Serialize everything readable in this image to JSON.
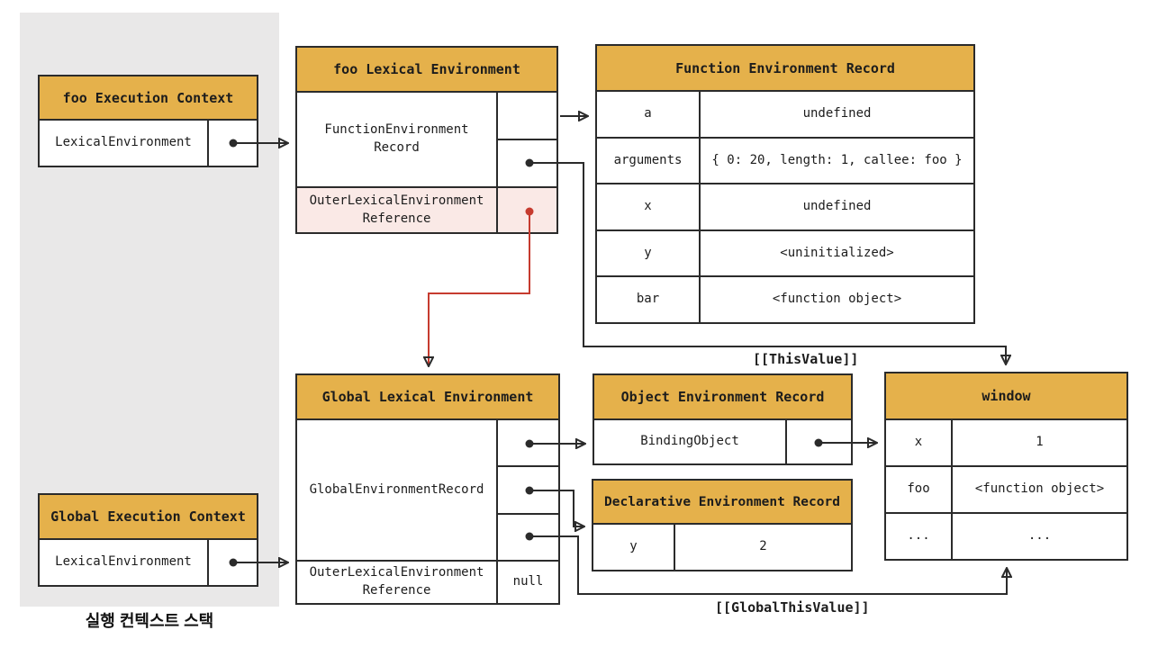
{
  "colors": {
    "accent_yellow": "#E5B14B",
    "pink": "#FAE9E6",
    "red_arrow": "#C63B2F",
    "line": "#2B2B2B",
    "panel_gray": "#E9E8E8"
  },
  "stack": {
    "caption": "실행 컨텍스트 스택"
  },
  "foo_execution_context": {
    "title": "foo Execution Context",
    "row_label": "LexicalEnvironment"
  },
  "global_execution_context": {
    "title": "Global Execution Context",
    "row_label": "LexicalEnvironment"
  },
  "foo_lexical_environment": {
    "title": "foo Lexical Environment",
    "record_line1": "FunctionEnvironment",
    "record_line2": "Record",
    "outer_line1": "OuterLexicalEnvironment",
    "outer_line2": "Reference"
  },
  "global_lexical_environment": {
    "title": "Global Lexical Environment",
    "record_label": "GlobalEnvironmentRecord",
    "outer_line1": "OuterLexicalEnvironment",
    "outer_line2": "Reference",
    "outer_value": "null"
  },
  "function_environment_record": {
    "title": "Function Environment Record",
    "rows": [
      {
        "key": "a",
        "value": "undefined"
      },
      {
        "key": "arguments",
        "value": "{ 0: 20, length: 1, callee: foo }"
      },
      {
        "key": "x",
        "value": "undefined"
      },
      {
        "key": "y",
        "value": "<uninitialized>"
      },
      {
        "key": "bar",
        "value": "<function object>"
      }
    ]
  },
  "object_environment_record": {
    "title": "Object Environment Record",
    "row_label": "BindingObject"
  },
  "declarative_environment_record": {
    "title": "Declarative Environment Record",
    "rows": [
      {
        "key": "y",
        "value": "2"
      }
    ]
  },
  "window_object": {
    "title": "window",
    "rows": [
      {
        "key": "x",
        "value": "1"
      },
      {
        "key": "foo",
        "value": "<function object>"
      },
      {
        "key": "...",
        "value": "..."
      }
    ]
  },
  "edge_labels": {
    "this_value": "[[ThisValue]]",
    "global_this_value": "[[GlobalThisValue]]"
  }
}
